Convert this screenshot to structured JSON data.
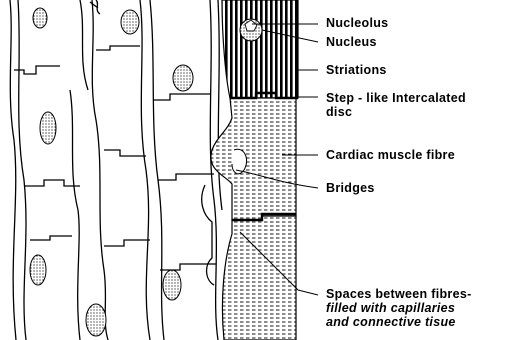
{
  "labels": {
    "nucleolus": "Nucleolus",
    "nucleus": "Nucleus",
    "striations": "Striations",
    "intercalated_line1": "Step - like Intercalated",
    "intercalated_line2": "disc",
    "cardiac_fibre": "Cardiac muscle fibre",
    "bridges": "Bridges",
    "spaces_line1": "Spaces between fibres-",
    "spaces_line2": "filled with capillaries",
    "spaces_line3": "and connective tisue"
  }
}
